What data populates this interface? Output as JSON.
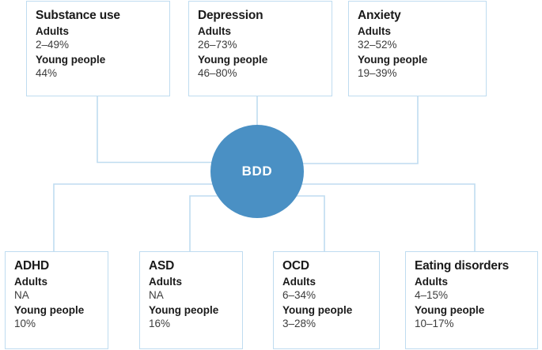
{
  "figure": {
    "type": "hub-and-spoke-comorbidity-diagram",
    "center": {
      "label": "BDD",
      "color": "#4a90c4"
    },
    "line_color": "#bfdcf0",
    "box_border_color": "#bfdcf0",
    "group_labels": {
      "adults": "Adults",
      "young_people": "Young people"
    },
    "nodes_top": [
      {
        "id": "substance-use",
        "title": "Substance use",
        "adults_label": "Adults",
        "adults_value": "2–49%",
        "young_label": "Young people",
        "young_value": "44%"
      },
      {
        "id": "depression",
        "title": "Depression",
        "adults_label": "Adults",
        "adults_value": "26–73%",
        "young_label": "Young people",
        "young_value": "46–80%"
      },
      {
        "id": "anxiety",
        "title": "Anxiety",
        "adults_label": "Adults",
        "adults_value": "32–52%",
        "young_label": "Young people",
        "young_value": "19–39%"
      }
    ],
    "nodes_bottom": [
      {
        "id": "adhd",
        "title": "ADHD",
        "adults_label": "Adults",
        "adults_value": "NA",
        "young_label": "Young people",
        "young_value": "10%"
      },
      {
        "id": "asd",
        "title": "ASD",
        "adults_label": "Adults",
        "adults_value": "NA",
        "young_label": "Young people",
        "young_value": "16%"
      },
      {
        "id": "ocd",
        "title": "OCD",
        "adults_label": "Adults",
        "adults_value": "6–34%",
        "young_label": "Young people",
        "young_value": "3–28%"
      },
      {
        "id": "eating-disorders",
        "title": "Eating disorders",
        "adults_label": "Adults",
        "adults_value": "4–15%",
        "young_label": "Young people",
        "young_value": "10–17%"
      }
    ]
  }
}
